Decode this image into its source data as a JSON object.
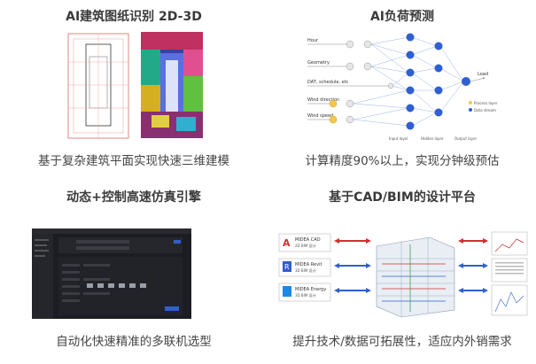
{
  "panels": [
    {
      "title": "AI建筑图纸识别 2D-3D",
      "caption": "基于复杂建筑平面实现快速三维建模"
    },
    {
      "title": "AI负荷预测",
      "caption": "计算精度90%以上，实现分钟级预估",
      "network": {
        "inputs": [
          "Hour",
          "Geometry",
          "DAT, schedule, etc",
          "Wind direction",
          "Wind speed"
        ],
        "output": "Load",
        "layer_labels": [
          "Input layer",
          "Hidden layer",
          "Output layer"
        ],
        "legend": [
          "Process layer",
          "Data stream"
        ]
      }
    },
    {
      "title": "动态+控制高速仿真引擎",
      "caption": "自动化快速精准的多联机选型"
    },
    {
      "title": "基于CAD/BIM的设计平台",
      "caption": "提升技术/数据可拓展性，适应内外销需求",
      "tools": [
        {
          "name": "MIDEA CAD",
          "sub": "2D BIM 设计"
        },
        {
          "name": "MIDEA Revit",
          "sub": "3D BIM 设计"
        },
        {
          "name": "MIDEA Energy",
          "sub": "3D BIM 设计"
        }
      ]
    }
  ],
  "colors": {
    "accent_blue": "#2f5fd0",
    "accent_red": "#d32f2f",
    "title": "#3a3a3a"
  }
}
